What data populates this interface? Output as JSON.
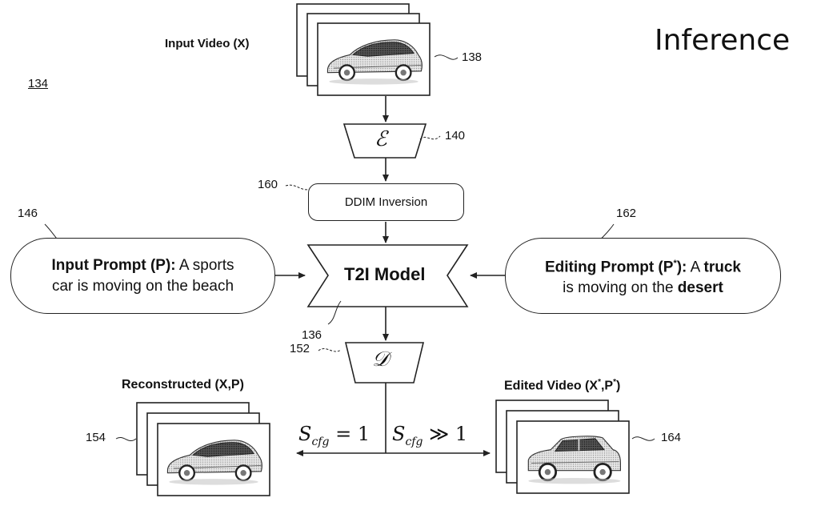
{
  "title": "Inference",
  "figure_ref": "134",
  "input_video": {
    "caption": "Input Video (X)",
    "ref": "138"
  },
  "encoder": {
    "symbol": "ℰ",
    "ref": "140"
  },
  "ddim": {
    "label": "DDIM Inversion",
    "ref": "160"
  },
  "t2i": {
    "label": "T2I Model",
    "ref": "136"
  },
  "input_prompt": {
    "bold": "Input Prompt (P):",
    "text1": " A sports",
    "text2": "car is moving on the beach",
    "ref": "146"
  },
  "editing_prompt": {
    "bold1": "Editing Prompt (P",
    "sup": "*",
    "bold2": "):",
    "text1": " A ",
    "bold3": "truck",
    "text2a": "is moving on the ",
    "bold4": "desert",
    "ref": "162"
  },
  "decoder": {
    "symbol": "𝒟",
    "ref": "152"
  },
  "scfg_left": "= 1",
  "scfg_right": "≫ 1",
  "reconstructed": {
    "caption": "Reconstructed (X,P)",
    "ref": "154"
  },
  "edited": {
    "caption_a": "Edited Video (X",
    "sup1": "*",
    "caption_b": ",P",
    "sup2": "*",
    "caption_c": ")",
    "ref": "164"
  },
  "colors": {
    "line": "#222222",
    "car_body": "#d9d9d9",
    "car_roof": "#3a3a3a"
  }
}
